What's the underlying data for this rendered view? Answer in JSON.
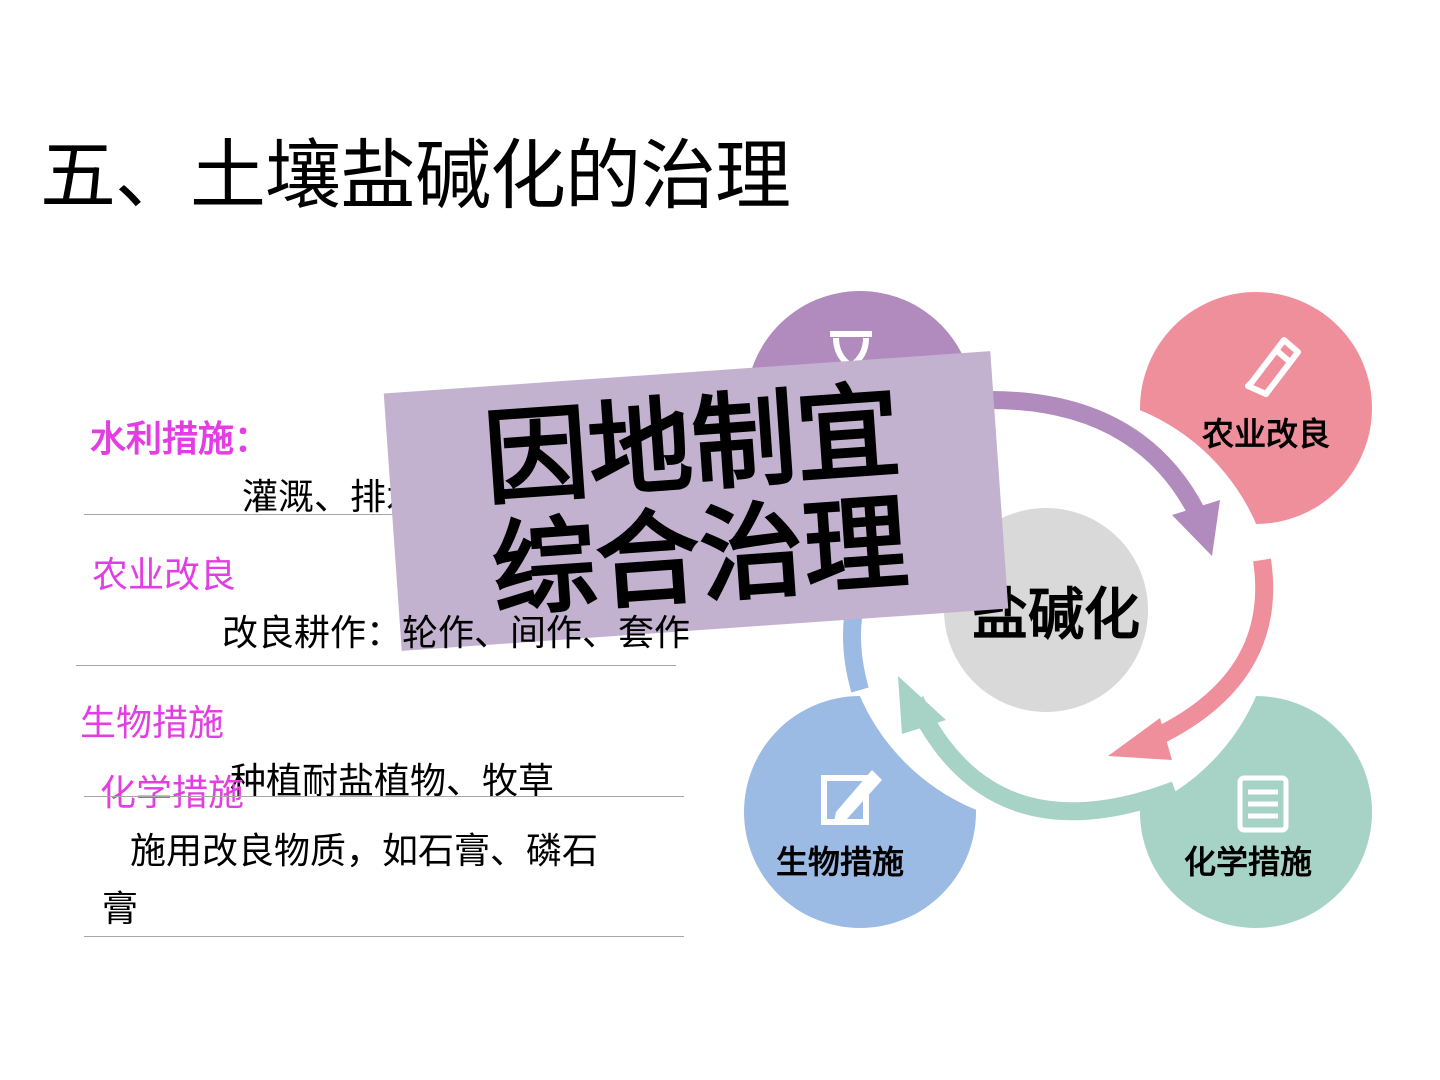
{
  "title": "五、土壤盐碱化的治理",
  "measures": {
    "water": {
      "label": "水利措施：",
      "detail": "灌溉、排水"
    },
    "agri": {
      "label": "农业改良",
      "detail": "改良耕作：轮作、间作、套作"
    },
    "bio": {
      "label": "生物措施",
      "detail": "种植耐盐植物、牧草"
    },
    "chem": {
      "label": "化学措施",
      "detail_line1": "施用改良物质，如石膏、磷石",
      "detail_line2": "膏"
    }
  },
  "diagram": {
    "center": "盐碱化",
    "nodes": {
      "agri": "农业改良",
      "bio": "生物措施",
      "chem": "化学措施"
    },
    "icons": [
      "hourglass-icon",
      "pencil-icon",
      "edit-note-icon",
      "notepad-icon"
    ],
    "colors": {
      "purple": "#b18bbd",
      "pink": "#ef8f9c",
      "blue": "#9bbbe4",
      "teal": "#a6d3c6",
      "center": "#d9d9d9",
      "label_magenta": "#e33ee3"
    }
  },
  "banner": {
    "line1": "因地制宜",
    "line2": "综合治理",
    "color": "#c3b2cf"
  }
}
